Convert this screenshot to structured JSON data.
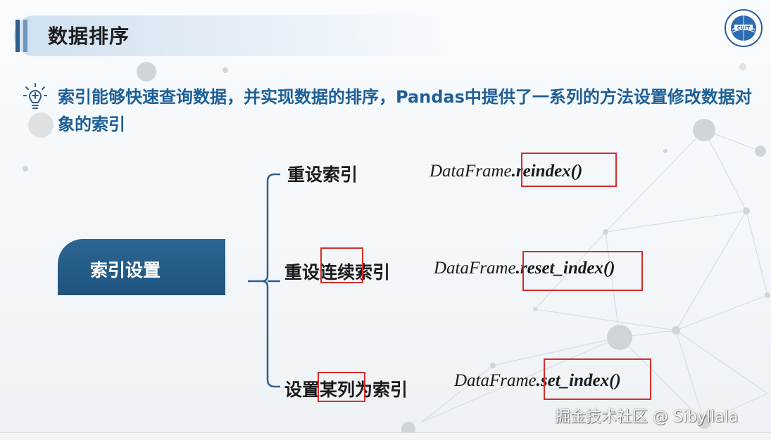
{
  "slide": {
    "title": "数据排序",
    "intro": "索引能够快速查询数据，并实现数据的排序，Pandas中提供了一系列的方法设置修改数据对象的索引",
    "category": "索引设置",
    "logo_text": "CUIT"
  },
  "items": [
    {
      "label": "重设索引",
      "code_prefix": "DataFrame",
      "code_method": ".reindex()"
    },
    {
      "label": "重设连续索引",
      "code_prefix": "DataFrame",
      "code_method": ".reset_index()"
    },
    {
      "label": "设置某列为索引",
      "code_prefix": "DataFrame",
      "code_method": ".set_index()"
    }
  ],
  "watermark": "掘金技术社区 @ Sibyllala",
  "colors": {
    "accent": "#1d5f96",
    "pill": "#245a85",
    "highlight": "#d62b2b"
  },
  "icons": [
    "lightbulb-icon",
    "university-logo"
  ]
}
